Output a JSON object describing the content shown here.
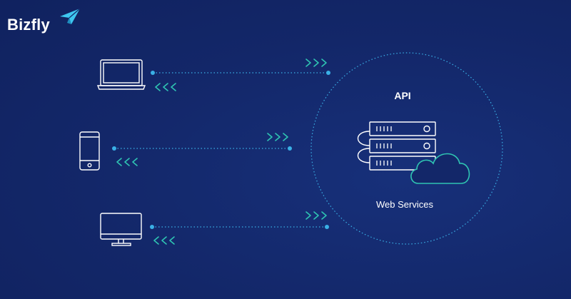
{
  "brand": {
    "name": "Bizfly",
    "logo_icon": "paper-plane-icon",
    "accent_color": "#3ec6ef"
  },
  "diagram": {
    "hub_title": "API",
    "hub_subtitle": "Web Services",
    "hub_icons": [
      "server-rack-icon",
      "cloud-icon"
    ],
    "clients": [
      {
        "name": "laptop",
        "icon": "laptop-icon"
      },
      {
        "name": "mobile",
        "icon": "mobile-phone-icon"
      },
      {
        "name": "desktop",
        "icon": "desktop-monitor-icon"
      }
    ],
    "arrow_icons": [
      "chevrons-right-icon",
      "chevrons-left-icon"
    ]
  },
  "colors": {
    "background": "#132769",
    "line": "#3ab0e6",
    "outline": "#ffffff",
    "cloud": "#2fc4b2",
    "chevron": "#2fc4b2"
  }
}
